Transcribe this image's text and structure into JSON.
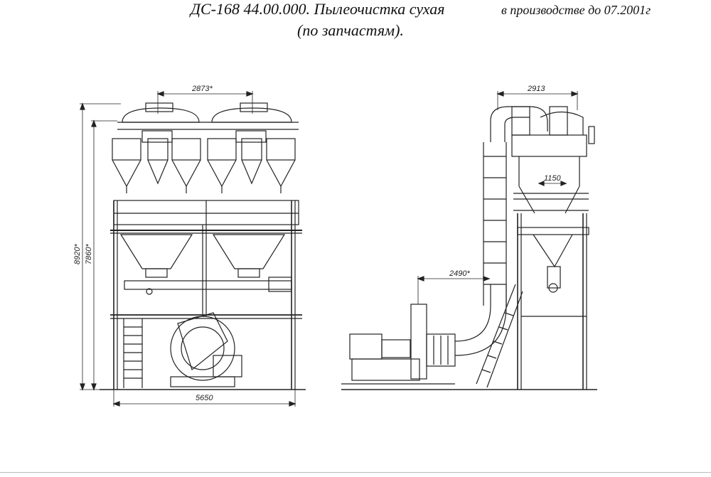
{
  "header": {
    "title": "ДС-168 44.00.000. Пылеочистка сухая",
    "production_note": "в производстве до 07.2001г",
    "subtitle": "(по запчастям)."
  },
  "dimensions": {
    "front_center_spacing": "2873*",
    "total_height": "8920*",
    "platform_height": "7860*",
    "base_width": "5650",
    "side_width": "2913",
    "cyclone_diameter": "1150",
    "fan_offset": "2490*"
  },
  "colors": {
    "line": "#222222",
    "background": "#ffffff"
  }
}
